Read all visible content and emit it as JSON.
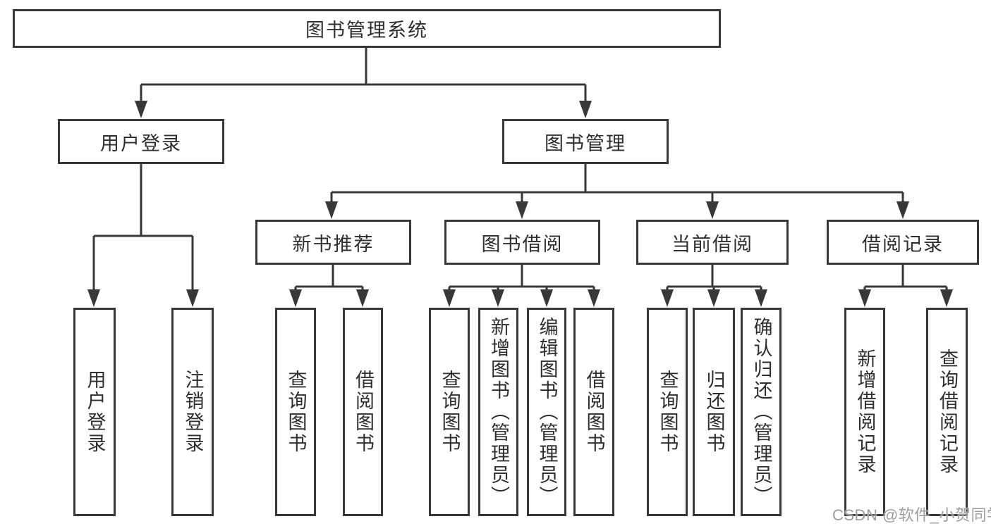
{
  "colors": {
    "line": "#383838",
    "text": "#2e2e2e",
    "background": "#ffffff",
    "watermark": "#9d9d9d"
  },
  "watermark": {
    "text": "CSDN @软件_小贺同学"
  },
  "tree": {
    "label": "图书管理系统",
    "children": [
      {
        "label": "用户登录",
        "children": [
          {
            "label": "用户登录"
          },
          {
            "label": "注销登录"
          }
        ]
      },
      {
        "label": "图书管理",
        "children": [
          {
            "label": "新书推荐",
            "children": [
              {
                "label": "查询图书"
              },
              {
                "label": "借阅图书"
              }
            ]
          },
          {
            "label": "图书借阅",
            "children": [
              {
                "label": "查询图书"
              },
              {
                "label": "新增图书（管理员）"
              },
              {
                "label": "编辑图书（管理员）"
              },
              {
                "label": "借阅图书"
              }
            ]
          },
          {
            "label": "当前借阅",
            "children": [
              {
                "label": "查询图书"
              },
              {
                "label": "归还图书"
              },
              {
                "label": "确认归还（管理员）"
              }
            ]
          },
          {
            "label": "借阅记录",
            "children": [
              {
                "label": "新增借阅记录"
              },
              {
                "label": "查询借阅记录"
              }
            ]
          }
        ]
      }
    ]
  }
}
